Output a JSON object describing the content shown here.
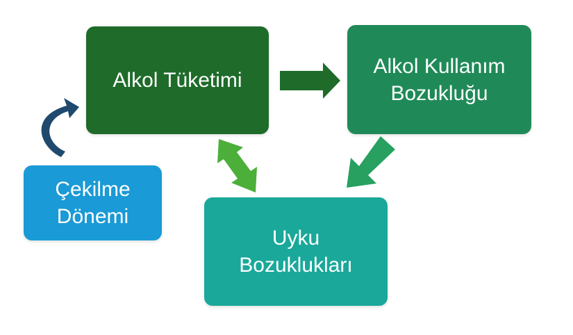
{
  "nodes": {
    "alkol_tuketimi": {
      "lines": [
        "Alkol Tüketimi"
      ],
      "color": "#1e6b2a"
    },
    "alkol_kullanim": {
      "lines": [
        "Alkol Kullanım",
        "Bozukluğu"
      ],
      "color": "#1f8a58"
    },
    "uyku": {
      "lines": [
        "Uyku",
        "Bozuklukları"
      ],
      "color": "#1aa89a"
    },
    "cekilme": {
      "lines": [
        "Çekilme",
        "Dönemi"
      ],
      "color": "#1a9ad6"
    }
  },
  "arrows": {
    "tuketim_to_bozukluk": {
      "color": "#1e6b2a"
    },
    "bozukluk_to_uyku": {
      "color": "#27a060"
    },
    "tuketim_uyku_bidirectional": {
      "color": "#4caf3a"
    },
    "cekilme_to_tuketim": {
      "color": "#1f4a6e"
    }
  }
}
